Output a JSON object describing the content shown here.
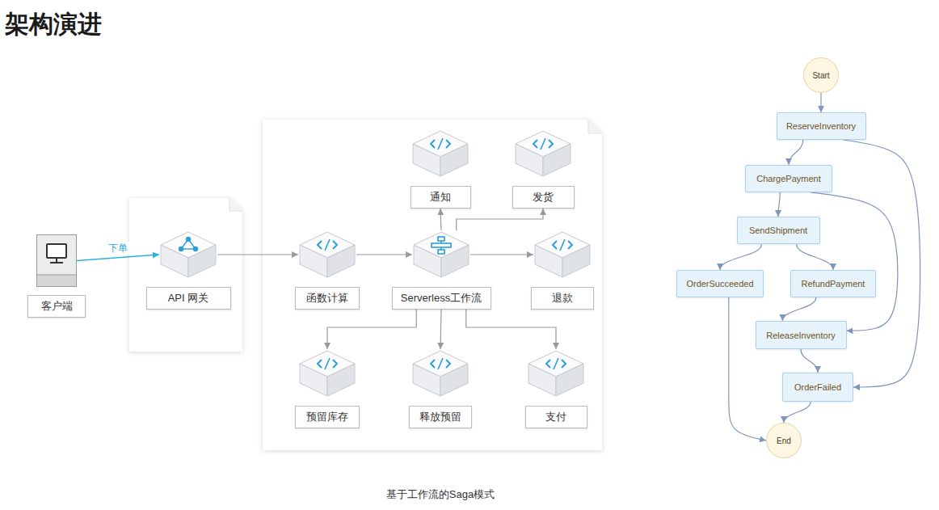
{
  "diagram": {
    "title": "架构演进",
    "caption": "基于工作流的Saga模式",
    "nodes": [
      {
        "text": [
          "客户端"
        ]
      },
      {
        "text": [
          "API 网关"
        ]
      },
      {
        "text": [
          "函数计算"
        ]
      },
      {
        "text": [
          "Serverless工作流"
        ]
      },
      {
        "text": [
          "通知"
        ]
      },
      {
        "text": [
          "发货"
        ]
      },
      {
        "text": [
          "退款"
        ]
      },
      {
        "text": [
          "预留库存"
        ]
      },
      {
        "text": [
          "释放预留"
        ]
      },
      {
        "text": [
          "支付"
        ]
      },
      {
        "text": [
          "Start"
        ]
      },
      {
        "text": [
          "ReserveInventory"
        ]
      },
      {
        "text": [
          "ChargePayment"
        ]
      },
      {
        "text": [
          "SendShipment"
        ]
      },
      {
        "text": [
          "OrderSucceeded"
        ]
      },
      {
        "text": [
          "RefundPayment"
        ]
      },
      {
        "text": [
          "ReleaseInventory"
        ]
      },
      {
        "text": [
          "OrderFailed"
        ]
      },
      {
        "text": [
          "End"
        ]
      }
    ],
    "edges": [
      {
        "from": 0,
        "to": 1,
        "arrow": "to",
        "label": "下单"
      },
      {
        "from": 1,
        "to": 2,
        "arrow": "to"
      },
      {
        "from": 2,
        "to": 3,
        "arrow": "to"
      },
      {
        "from": 3,
        "to": 4,
        "arrow": "to"
      },
      {
        "from": 3,
        "to": 5,
        "arrow": "to"
      },
      {
        "from": 3,
        "to": 6,
        "arrow": "to"
      },
      {
        "from": 3,
        "to": 7,
        "arrow": "to"
      },
      {
        "from": 3,
        "to": 8,
        "arrow": "to"
      },
      {
        "from": 3,
        "to": 9,
        "arrow": "to"
      },
      {
        "from": 10,
        "to": 11,
        "arrow": "to"
      },
      {
        "from": 11,
        "to": 12,
        "arrow": "to"
      },
      {
        "from": 11,
        "to": 17,
        "arrow": "to"
      },
      {
        "from": 12,
        "to": 13,
        "arrow": "to"
      },
      {
        "from": 12,
        "to": 16,
        "arrow": "to"
      },
      {
        "from": 13,
        "to": 14,
        "arrow": "to"
      },
      {
        "from": 13,
        "to": 15,
        "arrow": "to"
      },
      {
        "from": 15,
        "to": 16,
        "arrow": "to"
      },
      {
        "from": 16,
        "to": 17,
        "arrow": "to"
      },
      {
        "from": 14,
        "to": 18,
        "arrow": "to"
      },
      {
        "from": 17,
        "to": 18,
        "arrow": "to"
      }
    ]
  }
}
